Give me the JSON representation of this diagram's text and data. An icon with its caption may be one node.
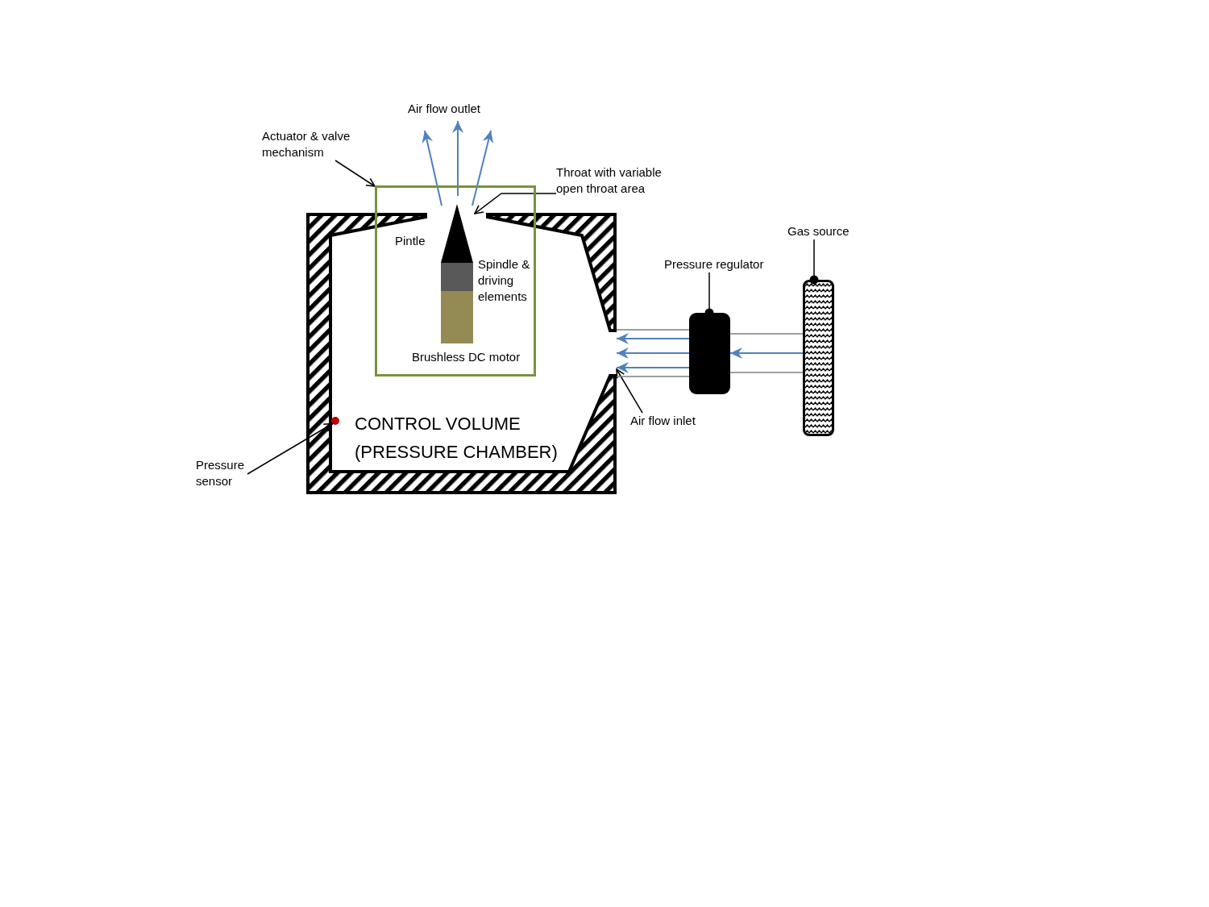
{
  "diagram": {
    "nodes": [
      {
        "text": [
          "Actuator & valve mechanism"
        ]
      },
      {
        "text": [],
        "shape": "box"
      },
      {
        "text": [],
        "shape": "triangle",
        "beside": [
          "Pintle"
        ],
        "in": 1
      },
      {
        "text": [],
        "shape": "box",
        "beside": [
          "Spindle & driving elements"
        ],
        "in": 1
      },
      {
        "text": [],
        "shape": "box",
        "beside": [
          "Brushless DC motor"
        ],
        "in": 1
      },
      {
        "text": [
          "Throat with variable open throat area"
        ]
      },
      {
        "text": [
          "Gas source"
        ]
      },
      {
        "text": [],
        "shape": "cylinder"
      },
      {
        "text": [
          "Pressure regulator"
        ]
      },
      {
        "text": [],
        "shape": "box"
      },
      {
        "text": [
          "CONTROL VOLUME (PRESSURE CHAMBER)"
        ]
      },
      {
        "text": [],
        "shape": "circle",
        "in": 10
      },
      {
        "text": [
          "Air flow inlet"
        ]
      },
      {
        "text": [
          "Pressure sensor"
        ]
      }
    ],
    "edges": [
      {
        "from": 0,
        "to": 1,
        "arrow": "to"
      },
      {
        "from": 5,
        "to": 1,
        "arrow": "to"
      },
      {
        "from": 6,
        "to": 7,
        "arrow": "other"
      },
      {
        "from": 8,
        "to": 9,
        "arrow": "other"
      },
      {
        "from": 7,
        "to": 9,
        "arrow": "to",
        "color": "#4f81bd"
      },
      {
        "from": 9,
        "to": 10,
        "arrow": "to",
        "color": "#4f81bd"
      },
      {
        "from": 9,
        "to": 10,
        "arrow": "to",
        "color": "#4f81bd"
      },
      {
        "from": 9,
        "to": 10,
        "arrow": "to",
        "color": "#4f81bd"
      },
      {
        "from": 12,
        "to": 10,
        "arrow": "to"
      },
      {
        "from": 13,
        "to": 11,
        "arrow": "to"
      },
      {
        "from": 9,
        "to": 10,
        "arrow": "none",
        "color": "#7f7f7f"
      },
      {
        "from": 9,
        "to": 10,
        "arrow": "none",
        "color": "#7f7f7f"
      },
      {
        "from": 7,
        "to": 9,
        "arrow": "none",
        "color": "#7f7f7f"
      },
      {
        "from": 7,
        "to": 9,
        "arrow": "none",
        "color": "#7f7f7f"
      }
    ],
    "labels": [
      "Air flow outlet"
    ]
  }
}
